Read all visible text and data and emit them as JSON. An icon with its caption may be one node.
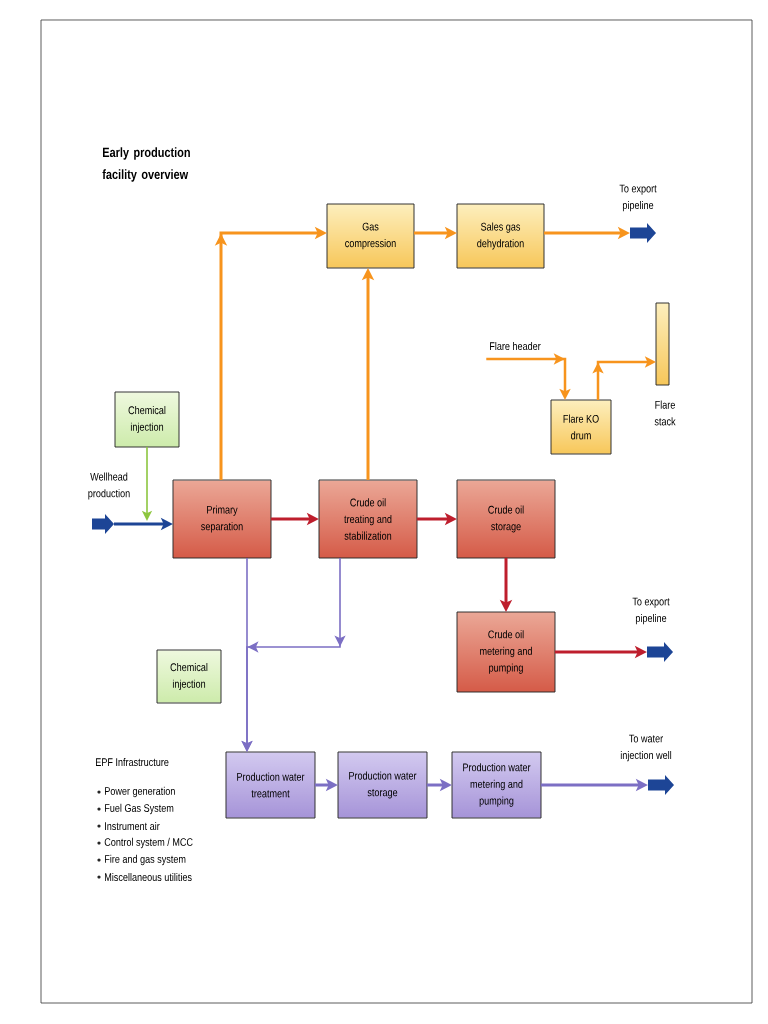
{
  "diagram": {
    "title": "Early production facility overview",
    "nodes": [
      {
        "text": [
          "Gas compression"
        ]
      },
      {
        "text": [
          "Sales gas dehydration"
        ]
      },
      {
        "text": [
          "To export pipeline"
        ]
      },
      {
        "text": [
          "Flare header"
        ]
      },
      {
        "text": [
          "Flare KO drum"
        ]
      },
      {
        "text": [
          "Flare stack"
        ]
      },
      {
        "text": [
          "Chemical injection"
        ]
      },
      {
        "text": [
          "Wellhead production"
        ]
      },
      {
        "text": [
          "Primary separation"
        ]
      },
      {
        "text": [
          "Crude oil treating and stabilization"
        ]
      },
      {
        "text": [
          "Crude oil storage"
        ]
      },
      {
        "text": [
          "Crude oil metering and pumping"
        ]
      },
      {
        "text": [
          "To export pipeline"
        ]
      },
      {
        "text": [
          "Chemical injection"
        ]
      },
      {
        "text": [
          "Production water treatment"
        ]
      },
      {
        "text": [
          "Production water storage"
        ]
      },
      {
        "text": [
          "Production water metering and pumping"
        ]
      },
      {
        "text": [
          "To water injection well"
        ]
      }
    ],
    "edges": [
      {
        "from": 8,
        "to": 0,
        "arrow": "to"
      },
      {
        "from": 9,
        "to": 0,
        "arrow": "to"
      },
      {
        "from": 0,
        "to": 1,
        "arrow": "to"
      },
      {
        "from": 1,
        "to": 2,
        "arrow": "to"
      },
      {
        "from": 3,
        "to": 4,
        "arrow": "to"
      },
      {
        "from": 4,
        "to": 5,
        "arrow": "to"
      },
      {
        "from": 6,
        "to": null,
        "arrow": "to",
        "color": "#8dc63f"
      },
      {
        "from": 7,
        "to": 8,
        "arrow": "to",
        "color": "#1d4596"
      },
      {
        "from": 8,
        "to": 9,
        "arrow": "to",
        "color": "#be1e2d"
      },
      {
        "from": 9,
        "to": 10,
        "arrow": "to",
        "color": "#be1e2d"
      },
      {
        "from": 10,
        "to": 11,
        "arrow": "to",
        "color": "#be1e2d"
      },
      {
        "from": 11,
        "to": 12,
        "arrow": "to",
        "color": "#be1e2d"
      },
      {
        "from": 8,
        "to": 14,
        "arrow": "to",
        "color": "#7c6fc4"
      },
      {
        "from": 9,
        "to": 14,
        "arrow": "to",
        "color": "#7c6fc4"
      },
      {
        "from": 14,
        "to": 15,
        "arrow": "to",
        "color": "#7c6fc4"
      },
      {
        "from": 15,
        "to": 16,
        "arrow": "to",
        "color": "#7c6fc4"
      },
      {
        "from": 16,
        "to": 17,
        "arrow": "to",
        "color": "#7c6fc4"
      }
    ],
    "labels": [
      "EPF Infrastructure",
      "Power generation",
      "Fuel Gas System",
      "Instrument air",
      "Control system / MCC",
      "Fire and gas system",
      "Miscellaneous utilities"
    ]
  }
}
